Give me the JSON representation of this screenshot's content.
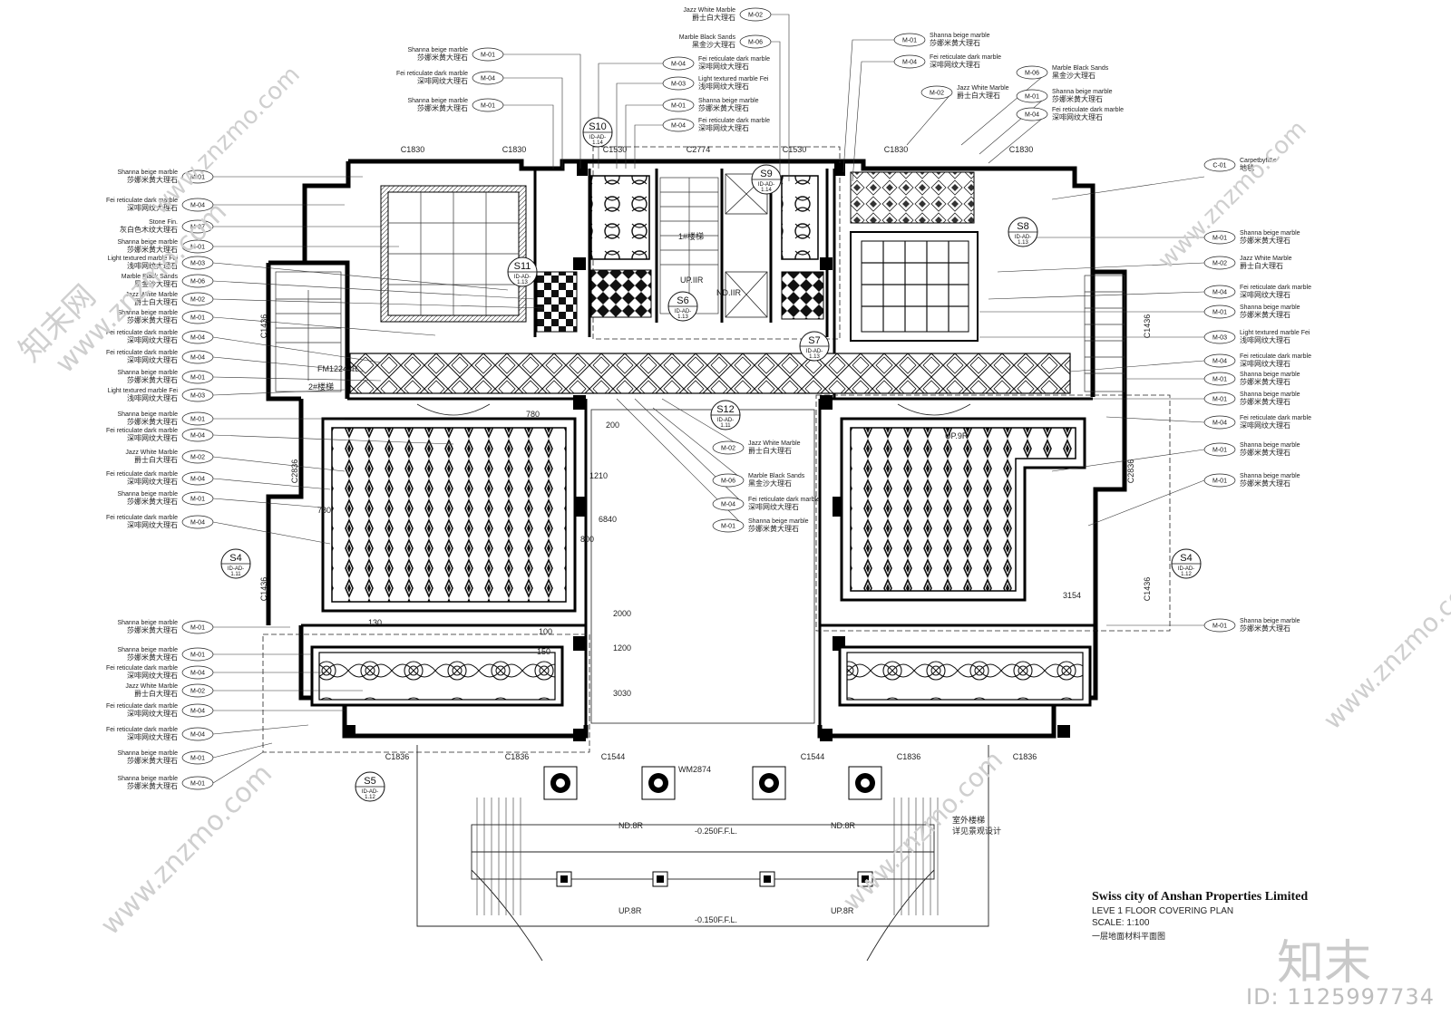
{
  "title_block": {
    "company": "Swiss city of Anshan Properties Limited",
    "plan_name": "LEVE  1 FLOOR COVERING PLAN",
    "scale": "SCALE: 1:100",
    "plan_name_cn": "一层地面材料平面图"
  },
  "watermark": {
    "site": "www.znzmo.com",
    "brand": "知末",
    "brand_net": "知末网",
    "id": "ID: 1125997734"
  },
  "materials": {
    "M-01": {
      "en": "Shanna beige marble",
      "cn": "莎娜米黄大理石"
    },
    "M-02": {
      "en": "Jazz White Marble",
      "cn": "爵士白大理石"
    },
    "M-03": {
      "en": "Light textured marble Fei",
      "cn": "浅啡网纹大理石"
    },
    "M-04": {
      "en": "Fei reticulate dark marble",
      "cn": "深啡网纹大理石"
    },
    "M-06": {
      "en": "Marble Black Sands",
      "cn": "黑金沙大理石"
    },
    "M-07": {
      "en": "Stone Fin.",
      "cn": "灰白色木纹大理石"
    },
    "C-01": {
      "en": "Carpetbyff&e",
      "cn": "地毯"
    }
  },
  "callouts_left": [
    "M-01",
    "M-04",
    "M-07",
    "M-01",
    "M-03",
    "M-06",
    "M-02",
    "M-01",
    "M-04",
    "M-04",
    "M-01",
    "M-03",
    "M-01",
    "M-04",
    "M-02",
    "M-04",
    "M-01",
    "M-04"
  ],
  "callouts_left_lower": [
    "M-01",
    "M-01",
    "M-04",
    "M-02",
    "M-04",
    "M-04",
    "M-01",
    "M-01"
  ],
  "callouts_right": [
    "C-01",
    "M-01",
    "M-02",
    "M-04",
    "M-01",
    "M-03",
    "M-04",
    "M-01",
    "M-01",
    "M-04",
    "M-01",
    "M-01"
  ],
  "callouts_right_lower": [
    "M-01"
  ],
  "callouts_top_left": [
    "M-01",
    "M-04",
    "M-01"
  ],
  "callouts_top_mid": [
    "M-02",
    "M-06",
    "M-04",
    "M-03",
    "M-01",
    "M-04"
  ],
  "callouts_top_right": [
    "M-01",
    "M-04",
    "M-02",
    "M-06",
    "M-01",
    "M-04"
  ],
  "callouts_center": [
    "M-02",
    "M-06",
    "M-04",
    "M-01"
  ],
  "sections": [
    {
      "id": "S10",
      "ref": "ID-AD-",
      "sheet": "1.14"
    },
    {
      "id": "S9",
      "ref": "ID-AD-",
      "sheet": "1.14"
    },
    {
      "id": "S8",
      "ref": "ID-AD-",
      "sheet": "1.13"
    },
    {
      "id": "S11",
      "ref": "ID-AD-",
      "sheet": "1.13"
    },
    {
      "id": "S6",
      "ref": "ID-AD-",
      "sheet": "1.13"
    },
    {
      "id": "S7",
      "ref": "ID-AD-",
      "sheet": "1.13"
    },
    {
      "id": "S12",
      "ref": "ID-AD-",
      "sheet": "1.11"
    },
    {
      "id": "S4",
      "ref": "ID-AD-",
      "sheet": "1.11"
    },
    {
      "id": "S4",
      "ref": "ID-AD-",
      "sheet": "1.12"
    },
    {
      "id": "S5",
      "ref": "ID-AD-",
      "sheet": "1.12"
    }
  ],
  "dimensions": {
    "top": [
      "C1830",
      "C1830",
      "C1530",
      "C2774",
      "C1530",
      "C1830",
      "C1830"
    ],
    "bottom": [
      "C1836",
      "C1836",
      "C1544",
      "WM2874",
      "C1544",
      "C1836",
      "C1836"
    ],
    "side": [
      "C1436",
      "C2836",
      "C1436",
      "C1436",
      "C2836",
      "C1436"
    ],
    "misc": [
      "FM1224 IR",
      "2#楼梯",
      "1#楼梯",
      "UP.IIR",
      "ND.IIR",
      "UP.9R",
      "780",
      "780",
      "200",
      "1210",
      "6840",
      "800",
      "2000",
      "1200",
      "3030",
      "3154",
      "150",
      "100",
      "130"
    ]
  },
  "levels": [
    "-0.250F.F.L.",
    "-0.150F.F.L.",
    "ND.8R",
    "ND.8R",
    "UP.8R",
    "UP.8R",
    "室外楼梯",
    "详见景观设计"
  ]
}
